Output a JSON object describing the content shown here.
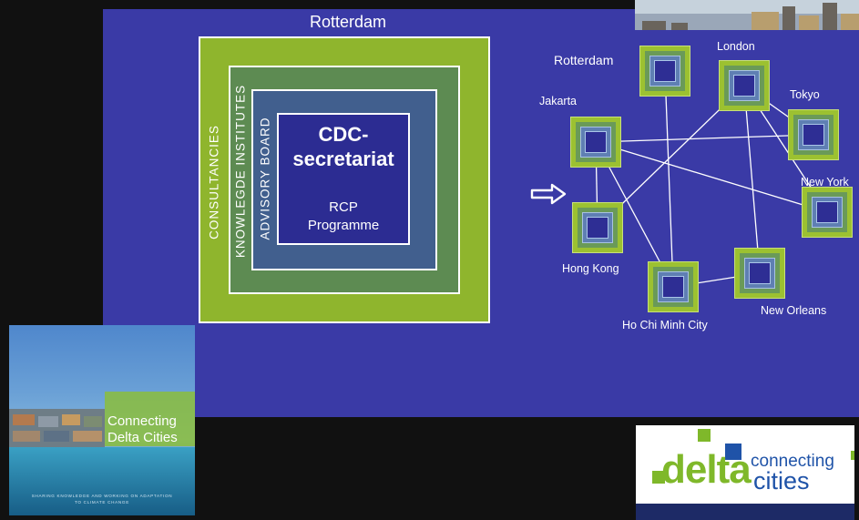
{
  "diagram": {
    "title": "Rotterdam",
    "rings": [
      "CONSULTANCIES",
      "KNOWLEGDE INSTITUTES",
      "ADVISORY BOARD"
    ],
    "center": {
      "line1": "CDC-",
      "line2": "secretariat",
      "line3": "RCP",
      "line4": "Programme"
    }
  },
  "network": {
    "cities": {
      "rotterdam": "Rotterdam",
      "london": "London",
      "jakarta": "Jakarta",
      "tokyo": "Tokyo",
      "new_york": "New York",
      "hong_kong": "Hong Kong",
      "new_orleans": "New Orleans",
      "ho_chi_minh": "Ho Chi Minh City"
    },
    "connections": [
      [
        "rotterdam",
        "ho_chi_minh"
      ],
      [
        "london",
        "tokyo"
      ],
      [
        "london",
        "hong_kong"
      ],
      [
        "london",
        "new_york"
      ],
      [
        "london",
        "new_orleans"
      ],
      [
        "jakarta",
        "tokyo"
      ],
      [
        "jakarta",
        "hong_kong"
      ],
      [
        "jakarta",
        "ho_chi_minh"
      ],
      [
        "jakarta",
        "new_york"
      ],
      [
        "ho_chi_minh",
        "new_orleans"
      ]
    ]
  },
  "cover": {
    "title_line1": "Connecting",
    "title_line2": "Delta Cities",
    "tagline_line1": "SHARING KNOWLEDGE AND WORKING ON ADAPTATION",
    "tagline_line2": "TO CLIMATE CHANGE"
  },
  "logo": {
    "word1": "connecting",
    "word2": "delta",
    "word3": "cities"
  },
  "colors": {
    "panel": "#3a3aa6",
    "ring_outer": "#8fb52d",
    "ring_second": "#5d8b52",
    "ring_third": "#415f8e",
    "core": "#2c2c92",
    "logo_green": "#7fb82a",
    "logo_blue": "#1f53a8"
  }
}
